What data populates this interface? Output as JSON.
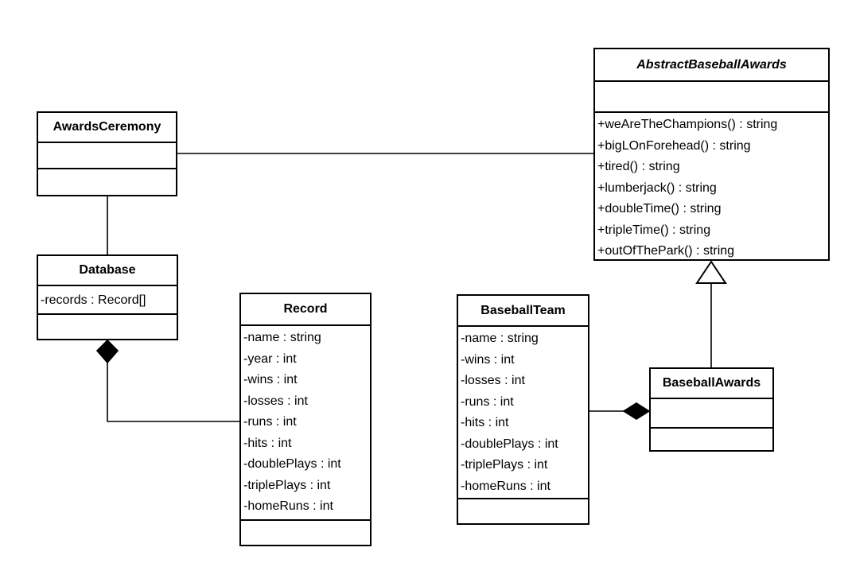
{
  "diagram": {
    "kind": "uml-class-diagram",
    "background_color": "#ffffff",
    "line_color": "#000000",
    "text_color": "#000000"
  },
  "classes": {
    "awards_ceremony": {
      "name": "AwardsCeremony",
      "abstract": false,
      "attributes": [],
      "methods": []
    },
    "database": {
      "name": "Database",
      "abstract": false,
      "attributes": [
        "-records : Record[]"
      ],
      "methods": []
    },
    "record": {
      "name": "Record",
      "abstract": false,
      "attributes": [
        "-name : string",
        "-year : int",
        "-wins : int",
        "-losses : int",
        "-runs : int",
        "-hits : int",
        "-doublePlays : int",
        "-triplePlays : int",
        "-homeRuns : int"
      ],
      "methods": []
    },
    "baseball_team": {
      "name": "BaseballTeam",
      "abstract": false,
      "attributes": [
        "-name : string",
        "-wins : int",
        "-losses : int",
        "-runs : int",
        "-hits : int",
        "-doublePlays : int",
        "-triplePlays : int",
        "-homeRuns : int"
      ],
      "methods": []
    },
    "abstract_baseball_awards": {
      "name": "AbstractBaseballAwards",
      "abstract": true,
      "attributes": [],
      "methods": [
        "+weAreTheChampions() : string",
        "+bigLOnForehead() : string",
        "+tired() : string",
        "+lumberjack() : string",
        "+doubleTime() : string",
        "+tripleTime() : string",
        "+outOfThePark() : string"
      ]
    },
    "baseball_awards": {
      "name": "BaseballAwards",
      "abstract": false,
      "attributes": [],
      "methods": []
    }
  },
  "relationships": [
    {
      "id": "awardsceremony-to-abstractbaseballawards",
      "type": "association",
      "from": "AwardsCeremony",
      "to": "AbstractBaseballAwards",
      "decoration": "none"
    },
    {
      "id": "awardsceremony-to-database",
      "type": "association",
      "from": "AwardsCeremony",
      "to": "Database",
      "decoration": "none"
    },
    {
      "id": "database-to-record",
      "type": "composition",
      "from": "Database",
      "to": "Record",
      "decoration": "filled-diamond"
    },
    {
      "id": "baseballteam-to-baseballawards",
      "type": "composition",
      "from": "BaseballTeam",
      "to": "BaseballAwards",
      "decoration": "filled-diamond"
    },
    {
      "id": "baseballawards-to-abstractbaseballawards",
      "type": "generalization",
      "from": "BaseballAwards",
      "to": "AbstractBaseballAwards",
      "decoration": "hollow-triangle"
    }
  ]
}
